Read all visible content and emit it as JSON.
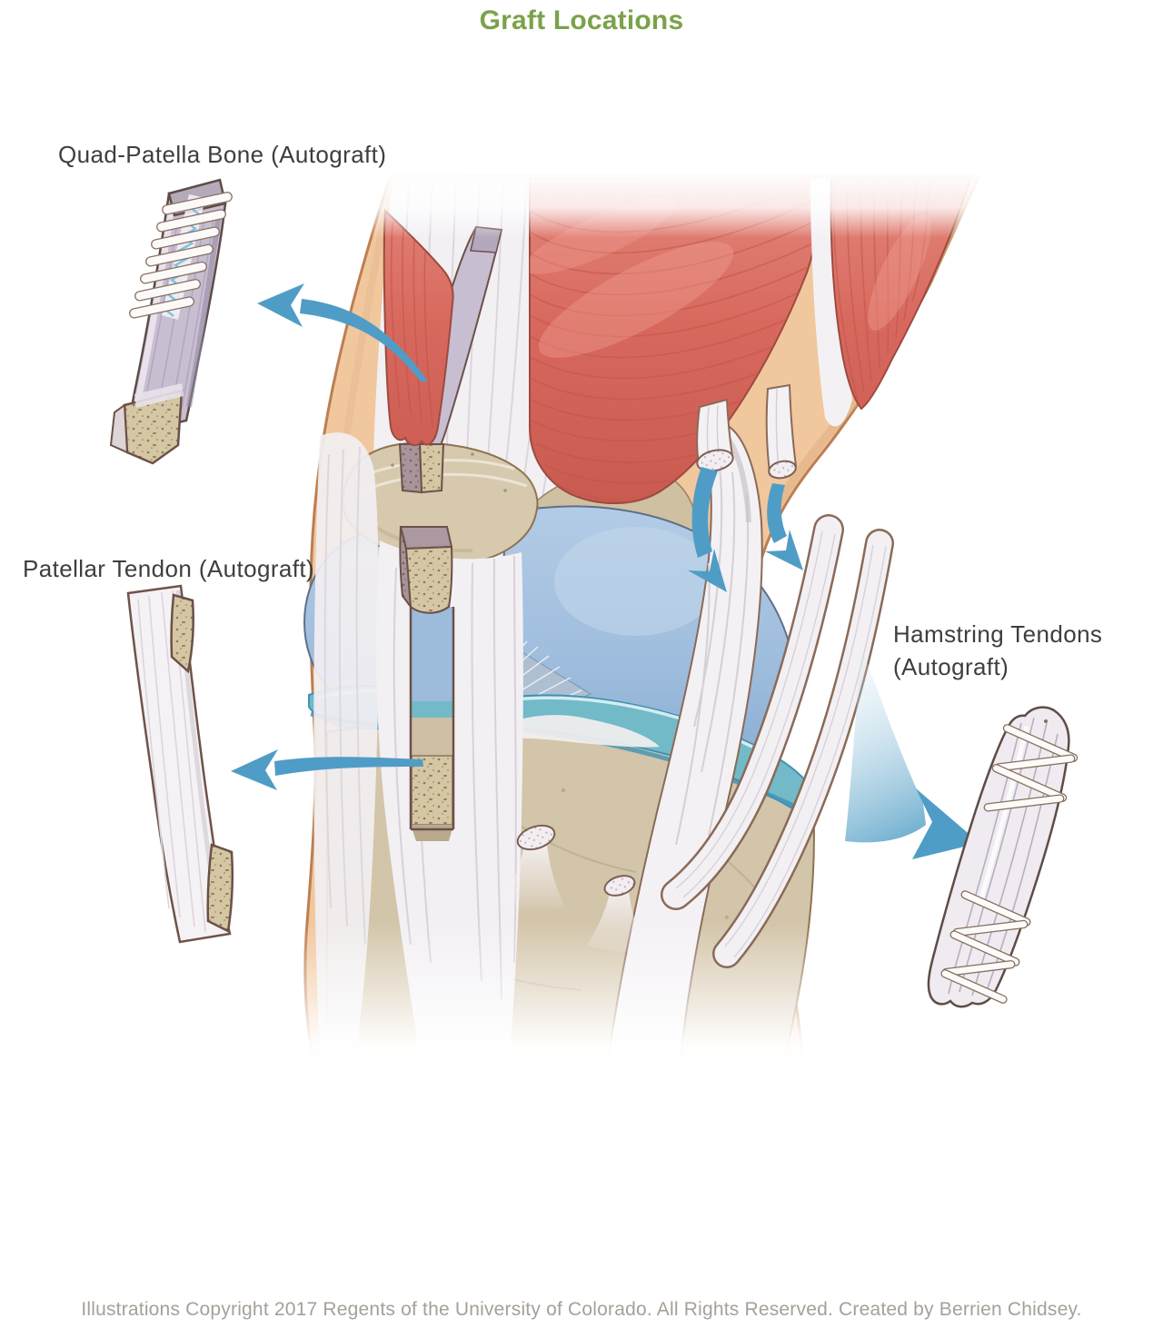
{
  "title": "Graft Locations",
  "annotations": {
    "quad_patella": "Quad-Patella Bone (Autograft)",
    "patellar_tendon": "Patellar Tendon (Autograft)",
    "hamstring_line1": "Hamstring Tendons",
    "hamstring_line2": "(Autograft)"
  },
  "footer": "Illustrations Copyright 2017 Regents of the University of Colorado.  All Rights Reserved. Created by Berrien Chidsey.",
  "colors": {
    "title_green": "#7ba24a",
    "label_gray": "#3e3d41",
    "footer_gray": "#a6a099",
    "arrow_blue": "#4f9dc6",
    "skin_tan": "#f1c79e",
    "skin_outline": "#bd7e52",
    "muscle_red": "#d8685d",
    "bone_tan": "#d7c9ae",
    "cartilage_blue": "#a2bedd",
    "meniscus_teal": "#72bac8",
    "tendon_white": "#f4f1f4",
    "graft_lavender": "#c7bed1",
    "suture_blue": "#7fc3e2"
  }
}
